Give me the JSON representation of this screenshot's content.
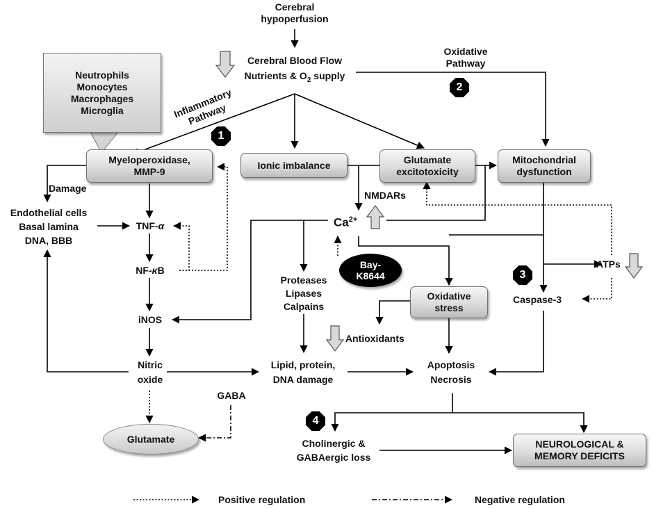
{
  "nodes": {
    "hypoperfusion": [
      "Cerebral",
      "hypoperfusion"
    ],
    "cbf": [
      "Cerebral Blood Flow",
      "Nutrients & O",
      "2",
      " supply"
    ],
    "immune_cells": [
      "Neutrophils",
      "Monocytes",
      "Macrophages",
      "Microglia"
    ],
    "myeloperoxidase": [
      "Myeloperoxidase,",
      "MMP-9"
    ],
    "ionic": "Ionic imbalance",
    "glutamate_exc": [
      "Glutamate",
      "excitotoxicity"
    ],
    "mito": [
      "Mitochondrial",
      "dysfunction"
    ],
    "damage": "Damage",
    "endothelial": [
      "Endothelial cells",
      "Basal lamina",
      "DNA, BBB"
    ],
    "tnf": "TNF-",
    "tnf_alpha": "α",
    "nfkb": "NF-",
    "nfkb_kappa": "κ",
    "nfkb_b": "B",
    "inos": "iNOS",
    "nitric": [
      "Nitric",
      "oxide"
    ],
    "glutamate": "Glutamate",
    "gaba": "GABA",
    "nmdars": "NMDARs",
    "ca": "Ca",
    "ca_sup": "2+",
    "bay": [
      "Bay-",
      "K8644"
    ],
    "proteases": [
      "Proteases",
      "Lipases",
      "Calpains"
    ],
    "oxidative_stress": [
      "Oxidative",
      "stress"
    ],
    "antioxidants": "Antioxidants",
    "lipid": [
      "Lipid, protein,",
      "DNA damage"
    ],
    "apoptosis": [
      "Apoptosis",
      "Necrosis"
    ],
    "atps": "ATPs",
    "caspase": "Caspase-3",
    "cholinergic": [
      "Cholinergic &",
      "GABAergic loss"
    ],
    "deficits": [
      "NEUROLOGICAL &",
      "MEMORY DEFICITS"
    ]
  },
  "pathways": {
    "inflammatory": [
      "Inflammatory",
      "Pathway"
    ],
    "oxidative": [
      "Oxidative",
      "Pathway"
    ]
  },
  "steps": [
    "1",
    "2",
    "3",
    "4"
  ],
  "legend": {
    "positive": "Positive regulation",
    "negative": "Negative regulation"
  },
  "colors": {
    "line": "#000000",
    "box_fill_top": "#f7f7f7",
    "box_fill_bottom": "#bdbdbd",
    "hollow_arrow_fill": "#d9d9d9",
    "step_badge": "#000000"
  }
}
